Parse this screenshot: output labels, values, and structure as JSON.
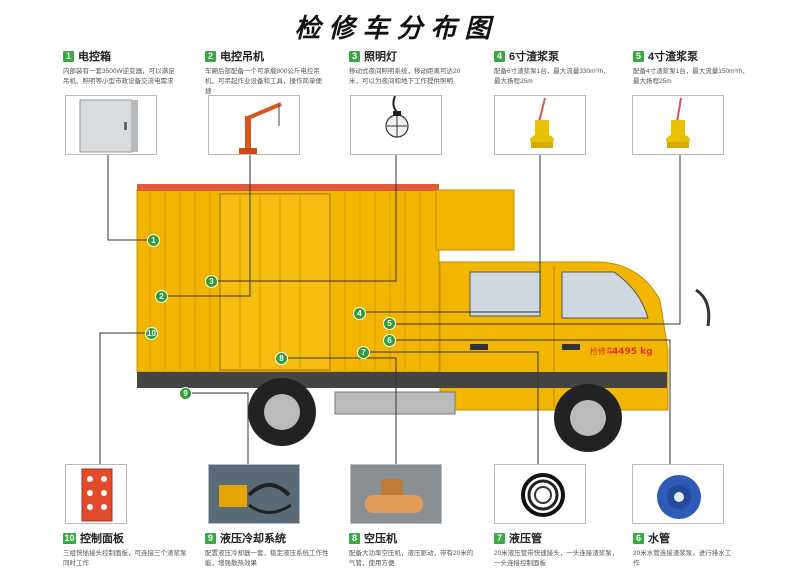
{
  "page": {
    "title": "检修车分布图"
  },
  "top_items": [
    {
      "num": "1",
      "name": "电控箱",
      "desc": "内部装有一套3500W逆变器，可以满足吊机、照明等小型市政设备交流电需求"
    },
    {
      "num": "2",
      "name": "电控吊机",
      "desc": "车厢后部配备一个可承载800公斤电控吊机，可吊起作业设备和工具，操作简单便捷"
    },
    {
      "num": "3",
      "name": "照明灯",
      "desc": "移动式夜间照明系统，移动距离可达20米，可以为夜间和地下工作提供照明"
    },
    {
      "num": "4",
      "name": "6寸渣浆泵",
      "desc": "配备6寸渣浆泵1台，最大流量330m³/h，最大扬程25m"
    },
    {
      "num": "5",
      "name": "4寸渣浆泵",
      "desc": "配备4寸渣浆泵1台，最大流量150m³/h，最大扬程25m"
    }
  ],
  "bottom_items": [
    {
      "num": "10",
      "name": "控制面板",
      "desc": "三组快插接头控制面板，可连接三个渣浆泵同时工作"
    },
    {
      "num": "9",
      "name": "液压冷却系统",
      "desc": "配置液压冷却器一套，稳定液压系统工作性能，增强散热效果"
    },
    {
      "num": "8",
      "name": "空压机",
      "desc": "配备大功率空压机，液压驱动，带有20米的气管，使用方便"
    },
    {
      "num": "7",
      "name": "液压管",
      "desc": "20米液压管带快速接头，一头连接渣浆泵，一头连接控制面板"
    },
    {
      "num": "6",
      "name": "水管",
      "desc": "20米水管连接渣浆泵，进行排水工作"
    }
  ],
  "truck": {
    "door_text": "检修车",
    "weight_text": "4495 kg"
  },
  "colors": {
    "accent": "#3aa843",
    "truck_yellow": "#f2b500",
    "truck_orange": "#e8a000"
  }
}
